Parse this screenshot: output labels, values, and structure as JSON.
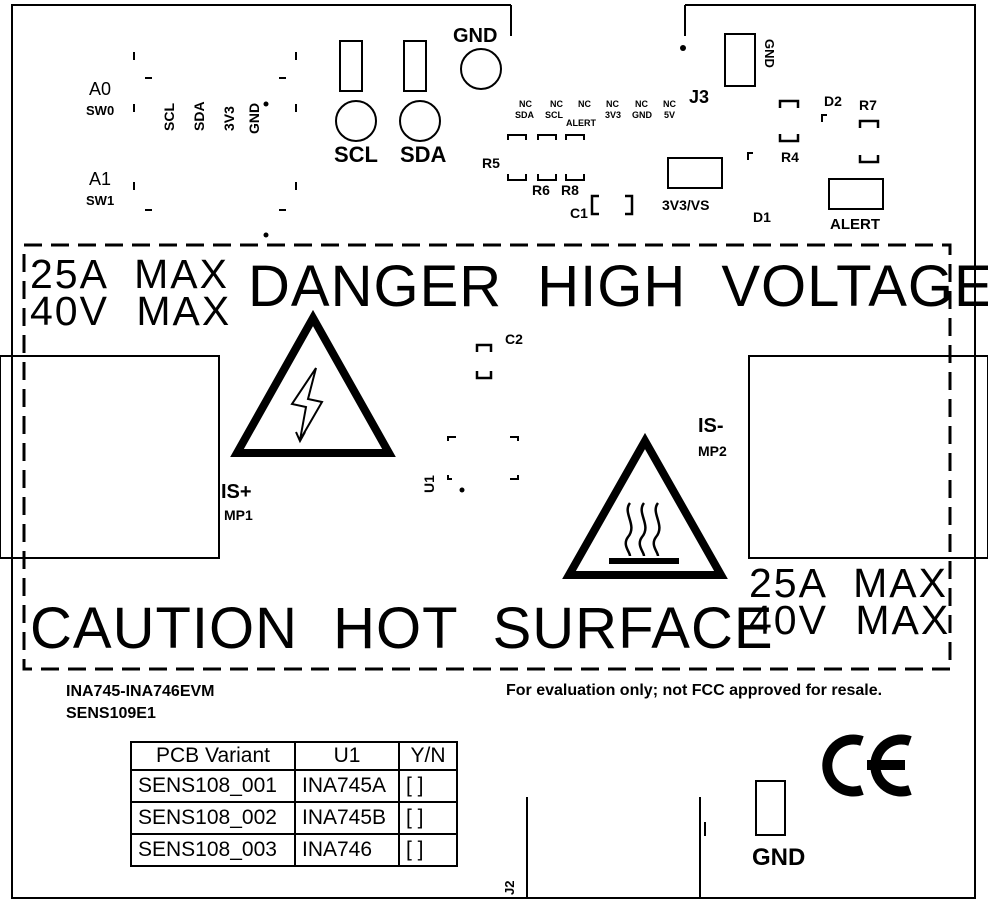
{
  "warnings": {
    "rating_top_left_1": "25A MAX",
    "rating_top_left_2": "40V MAX",
    "rating_bottom_right_1": "25A MAX",
    "rating_bottom_right_2": "40V MAX",
    "danger": "DANGER HIGH VOLTAGE",
    "caution": "CAUTION HOT SURFACE"
  },
  "labels": {
    "a0": "A0",
    "sw0": "SW0",
    "a1": "A1",
    "sw1": "SW1",
    "scl_pin": "SCL",
    "sda_pin": "SDA",
    "v3v3_pin": "3V3",
    "gnd_pin": "GND",
    "scl": "SCL",
    "sda": "SDA",
    "gnd_top": "GND",
    "j3": "J3",
    "gnd_j3": "GND",
    "nc_sda_1": "NC",
    "nc_sda_2": "SDA",
    "nc_scl_1": "NC",
    "nc_scl_2": "SCL",
    "nc_alert_1": "NC",
    "nc_alert_2": "ALERT",
    "nc_3v3_1": "NC",
    "nc_3v3_2": "3V3",
    "nc_gnd_1": "NC",
    "nc_gnd_2": "GND",
    "nc_5v_1": "NC",
    "nc_5v_2": "5V",
    "r5": "R5",
    "r6": "R6",
    "r8": "R8",
    "c1": "C1",
    "v3v3_vs": "3V3/VS",
    "d1": "D1",
    "d2": "D2",
    "r7": "R7",
    "r4": "R4",
    "alert": "ALERT",
    "c2": "C2",
    "u1": "U1",
    "is_plus": "IS+",
    "mp1": "MP1",
    "is_minus": "IS-",
    "mp2": "MP2",
    "board_name_1": "INA745-INA746EVM",
    "board_name_2": "SENS109E1",
    "disclaimer": "For evaluation only; not FCC approved for resale.",
    "ce": "CE",
    "gnd_bottom": "GND",
    "j2": "J2"
  },
  "variant_table": {
    "headers": [
      "PCB Variant",
      "U1",
      "Y/N"
    ],
    "rows": [
      [
        "SENS108_001",
        "INA745A",
        "[ ]"
      ],
      [
        "SENS108_002",
        "INA745B",
        "[ ]"
      ],
      [
        "SENS108_003",
        "INA746",
        "[ ]"
      ]
    ]
  }
}
